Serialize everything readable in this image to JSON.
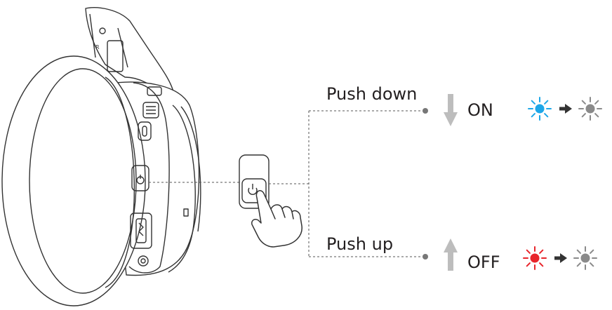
{
  "instructions": {
    "power_on": {
      "action_label": "Push down",
      "state_label": "ON",
      "led_color": "#1ea7e8",
      "led_color_after": "#8a8a8a"
    },
    "power_off": {
      "action_label": "Push up",
      "state_label": "OFF",
      "led_color": "#e8252b",
      "led_color_after": "#8a8a8a"
    }
  },
  "colors": {
    "line": "#333333",
    "arrow": "#bdbdbd",
    "callout_dot": "#777777"
  }
}
